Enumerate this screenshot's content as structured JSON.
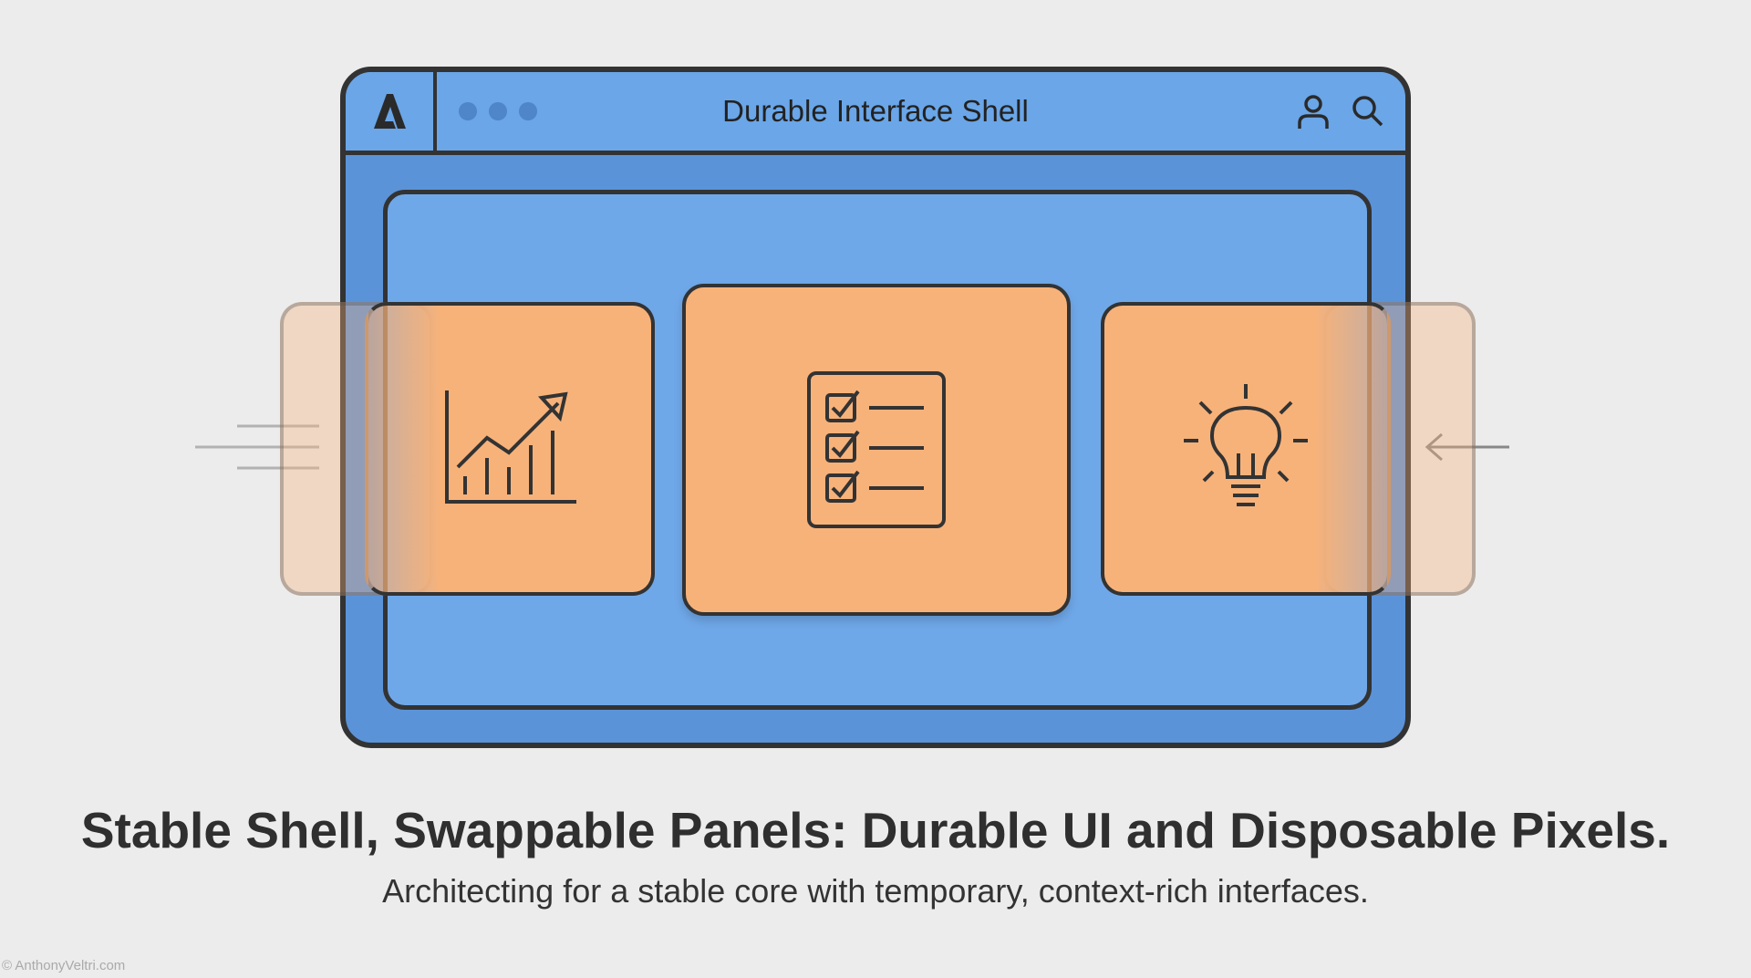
{
  "window": {
    "title": "Durable Interface Shell",
    "logo": "A"
  },
  "icons": {
    "logo": "a-logo-icon",
    "user": "user-icon",
    "search": "search-icon",
    "left_panel": "growth-chart-icon",
    "center_panel": "checklist-icon",
    "right_panel": "lightbulb-icon"
  },
  "colors": {
    "shell": "#5b93d8",
    "titlebar": "#6aa6e8",
    "panel": "#f7b27a",
    "outline": "#333333",
    "background": "#ececec"
  },
  "caption": {
    "headline": "Stable Shell, Swappable Panels: Durable UI and Disposable Pixels.",
    "subtitle": "Architecting for a stable core with temporary, context-rich interfaces."
  },
  "copyright": "© AnthonyVeltri.com"
}
